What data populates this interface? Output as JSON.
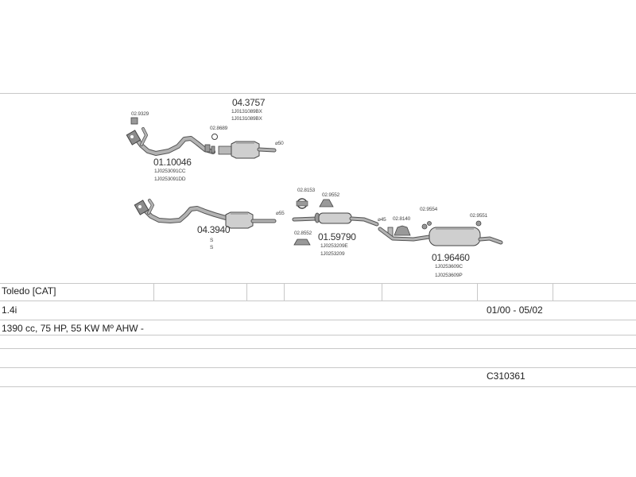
{
  "parts": {
    "p043757": {
      "number": "04.3757",
      "oe": [
        "1J0131089BX",
        "1J0131089BX"
      ]
    },
    "p011004": {
      "number": "01.10046",
      "oe": [
        "1J0253091CC",
        "1J0253091DD"
      ]
    },
    "p043940": {
      "number": "04.3940",
      "oe": [
        "S",
        "S"
      ]
    },
    "p015979": {
      "number": "01.59790",
      "oe": [
        "1J0253209E",
        "1J0253209"
      ]
    },
    "p019646": {
      "number": "01.96460",
      "oe": [
        "1J0253609C",
        "1J0253609P"
      ]
    }
  },
  "small_labels": {
    "s1": "02.9329",
    "s2": "02.8689",
    "s3": "02.8153",
    "s4": "02.9552",
    "s5": "02.8552",
    "s6": "02.8140",
    "s7": "02.9554",
    "s8": "02.9551",
    "d1": "⌀50",
    "d2": "⌀55",
    "d3": "⌀45"
  },
  "table": {
    "model": "Toledo  [CAT]",
    "engine": "1.4i",
    "years": "01/00 - 05/02",
    "details": "1390 cc, 75 HP, 55 KW  Mº AHW -",
    "code": "C310361"
  },
  "colors": {
    "pipe": "#a6a6a6",
    "pipe_edge": "#555555",
    "grid": "#c8c8c8"
  }
}
